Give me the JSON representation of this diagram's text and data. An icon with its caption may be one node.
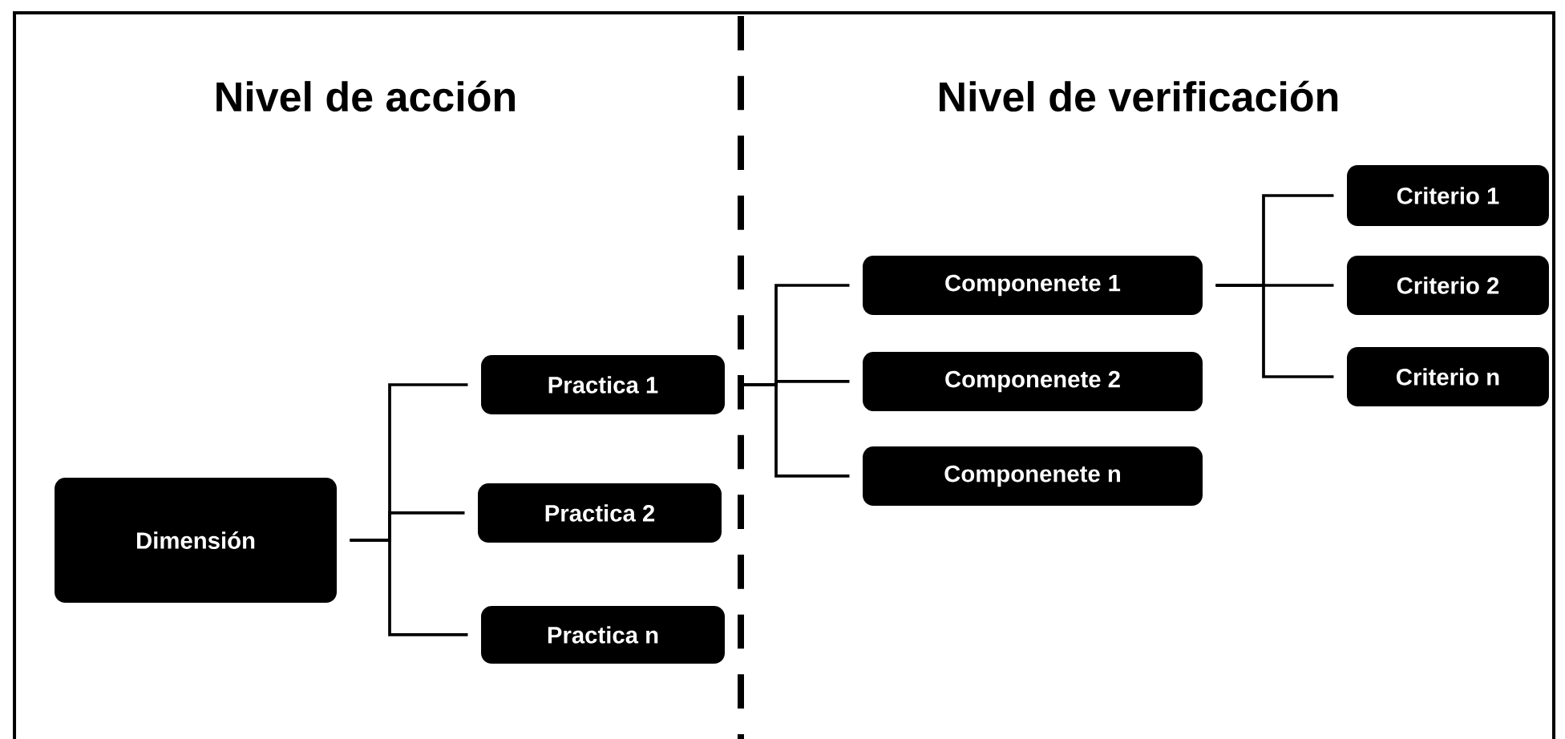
{
  "diagram": {
    "nodes": [
      {
        "text": [
          "Dimensión"
        ]
      },
      {
        "text": [
          "Practica 1"
        ]
      },
      {
        "text": [
          "Practica 2"
        ]
      },
      {
        "text": [
          "Practica n"
        ]
      },
      {
        "text": [
          "Componenete 1"
        ]
      },
      {
        "text": [
          "Componenete 2"
        ]
      },
      {
        "text": [
          "Componenete n"
        ]
      },
      {
        "text": [
          "Criterio 1"
        ]
      },
      {
        "text": [
          "Criterio 2"
        ]
      },
      {
        "text": [
          "Criterio n"
        ]
      }
    ],
    "edges": [
      {
        "from": 0,
        "to": 1,
        "arrow": "none"
      },
      {
        "from": 0,
        "to": 2,
        "arrow": "none"
      },
      {
        "from": 0,
        "to": 3,
        "arrow": "none"
      },
      {
        "from": 1,
        "to": 4,
        "arrow": "none"
      },
      {
        "from": 1,
        "to": 5,
        "arrow": "none"
      },
      {
        "from": 1,
        "to": 6,
        "arrow": "none"
      },
      {
        "from": 4,
        "to": 7,
        "arrow": "none"
      },
      {
        "from": 4,
        "to": 8,
        "arrow": "none"
      },
      {
        "from": 4,
        "to": 9,
        "arrow": "none"
      }
    ],
    "labels": [
      "Nivel de acción",
      "Nivel de verificación"
    ]
  }
}
